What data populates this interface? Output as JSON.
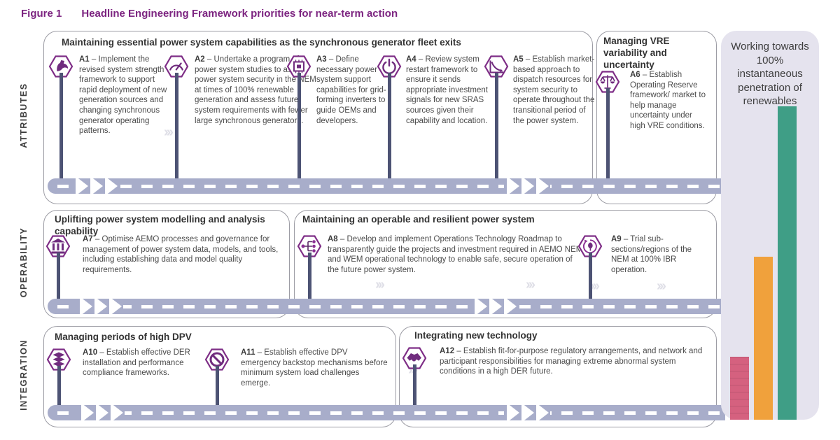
{
  "figure": {
    "label": "Figure 1",
    "title": "Headline Engineering Framework priorities for near-term action"
  },
  "row_labels": [
    "ATTRIBUTES",
    "OPERABILITY",
    "INTEGRATION"
  ],
  "groups": [
    {
      "title": "Maintaining essential power system capabilities as the synchronous generator fleet exits",
      "items": [
        {
          "id": "A1",
          "icon": "strength-arm-icon",
          "text": "– Implement the revised system strength framework to support rapid deployment of new generation sources and changing synchronous generator operating patterns."
        },
        {
          "id": "A2",
          "icon": "gauge-icon",
          "text": "– Undertake a program of power system studies to assess power system security in the NEM at times of 100% renewable generation and assess future system requirements with fewer large synchronous generators."
        },
        {
          "id": "A3",
          "icon": "chip-icon",
          "text": "– Define necessary power system support capabilities for grid-forming inverters to guide OEMs and developers."
        },
        {
          "id": "A4",
          "icon": "power-icon",
          "text": "– Review system restart framework to ensure it sends appropriate investment signals for new SRAS sources given their capability and location."
        },
        {
          "id": "A5",
          "icon": "decay-curve-chart-icon",
          "text": "– Establish market-based approach to dispatch resources for system security to operate throughout the transitional period of the power system."
        }
      ]
    },
    {
      "title": "Managing VRE variability and uncertainty",
      "items": [
        {
          "id": "A6",
          "icon": "scales-icon",
          "text": "– Establish Operating Reserve framework/ market to help manage uncertainty under high VRE conditions."
        }
      ]
    },
    {
      "title": "Uplifting power system modelling and analysis capability",
      "items": [
        {
          "id": "A7",
          "icon": "bank-icon",
          "text": "– Optimise AEMO processes and governance for management of power system data, models, and tools, including establishing data and model quality requirements."
        }
      ]
    },
    {
      "title": "Maintaining an operable and resilient power system",
      "items": [
        {
          "id": "A8",
          "icon": "network-nodes-icon",
          "text": "– Develop and implement Operations Technology Roadmap to transparently guide the projects and investment required in AEMO NEM and WEM operational technology to enable safe, secure operation of the future power system."
        },
        {
          "id": "A9",
          "icon": "renewable-cycle-icon",
          "text": "– Trial sub-sections/regions of the NEM at 100% IBR operation."
        }
      ]
    },
    {
      "title": "Managing periods of high DPV",
      "items": [
        {
          "id": "A10",
          "icon": "layer-stack-icon",
          "text": "– Establish effective DER installation and performance compliance frameworks."
        },
        {
          "id": "A11",
          "icon": "no-entry-icon",
          "text": "– Establish effective DPV emergency backstop mechanisms before minimum system load challenges emerge."
        }
      ]
    },
    {
      "title": "Integrating new technology",
      "items": [
        {
          "id": "A12",
          "icon": "handshake-icon",
          "text": "– Establish fit-for-purpose regulatory arrangements, and network and participant responsibilities for managing extreme abnormal system conditions in a high DER future."
        }
      ]
    }
  ],
  "side_panel": {
    "title": "Working towards 100% instantaneous penetration of renewables"
  },
  "chart_data": {
    "type": "bar",
    "title": "Working towards 100% instantaneous penetration of renewables",
    "values": [
      20,
      52,
      100
    ],
    "colors": [
      "#d5617f",
      "#f0a13c",
      "#3f9e86"
    ],
    "ylim": [
      0,
      100
    ],
    "legend": false,
    "grid": false
  },
  "decor": {
    "chevron_glyph": "›››"
  },
  "colors": {
    "accent_purple": "#7c2480",
    "hex_purple": "#7e2d86",
    "stem": "#4d5374",
    "timeline": "#a8adca",
    "panel_bg": "#e5e3ee",
    "box_border": "#9c9ca4"
  }
}
